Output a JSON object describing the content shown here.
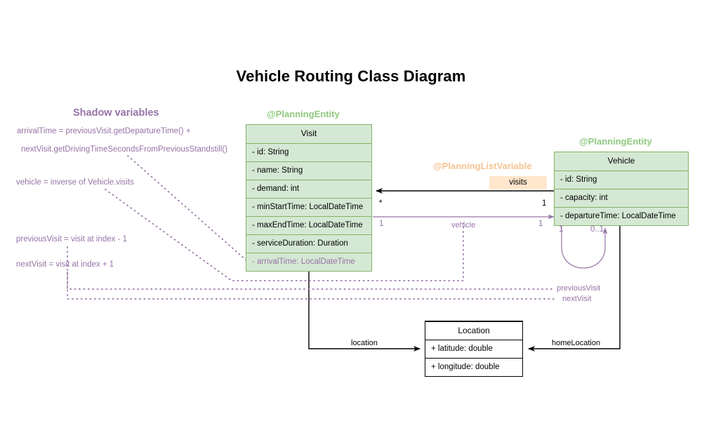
{
  "diagram": {
    "title": "Vehicle Routing Class Diagram",
    "background_color": "#ffffff"
  },
  "colors": {
    "entity_fill": "#d5e8d4",
    "entity_stroke": "#82b366",
    "stereotype_entity": "#8fc97f",
    "stereotype_listvar": "#f5c393",
    "shadow_purple": "#9673a6",
    "badge_fill": "#ffe6cc",
    "plain_stroke": "#000000"
  },
  "shadow_panel": {
    "heading": "Shadow variables",
    "notes": [
      "arrivalTime = previousVisit.getDepartureTime() +",
      "nextVisit.getDrivingTimeSecondsFromPreviousStandstill()",
      "vehicle = inverse of Vehicle.visits",
      "previousVisit = visit at index - 1",
      "nextVisit = visit at index + 1"
    ]
  },
  "classes": {
    "visit": {
      "stereotype": "@PlanningEntity",
      "name": "Visit",
      "fields": [
        {
          "text": "- id: String",
          "shadow": false
        },
        {
          "text": "- name: String",
          "shadow": false
        },
        {
          "text": "- demand: int",
          "shadow": false
        },
        {
          "text": "- minStartTime: LocalDateTime",
          "shadow": false
        },
        {
          "text": "- maxEndTime: LocalDateTime",
          "shadow": false
        },
        {
          "text": "- serviceDuration: Duration",
          "shadow": false
        },
        {
          "text": "- arrivalTime: LocalDateTime",
          "shadow": true
        }
      ]
    },
    "vehicle": {
      "stereotype": "@PlanningEntity",
      "name": "Vehicle",
      "fields": [
        {
          "text": "- id: String",
          "shadow": false
        },
        {
          "text": "- capacity: int",
          "shadow": false
        },
        {
          "text": "- departureTime: LocalDateTime",
          "shadow": false
        }
      ]
    },
    "location": {
      "stereotype": "",
      "name": "Location",
      "fields": [
        {
          "text": "+ latitude: double",
          "shadow": false
        },
        {
          "text": "+ longitude: double",
          "shadow": false
        }
      ]
    }
  },
  "relationships": {
    "visits": {
      "stereotype": "@PlanningListVariable",
      "badge_label": "visits",
      "source_multiplicity": "1",
      "target_multiplicity": "*"
    },
    "vehicle_ref": {
      "label": "vehicle",
      "source_multiplicity": "1",
      "target_multiplicity": "1"
    },
    "vehicle_self_loop": {
      "source_multiplicity": "1",
      "target_multiplicity": "0..1"
    },
    "previous_visit": {
      "label": "previousVisit"
    },
    "next_visit": {
      "label": "nextVisit"
    },
    "location_ref": {
      "label": "location"
    },
    "home_location_ref": {
      "label": "homeLocation"
    }
  }
}
